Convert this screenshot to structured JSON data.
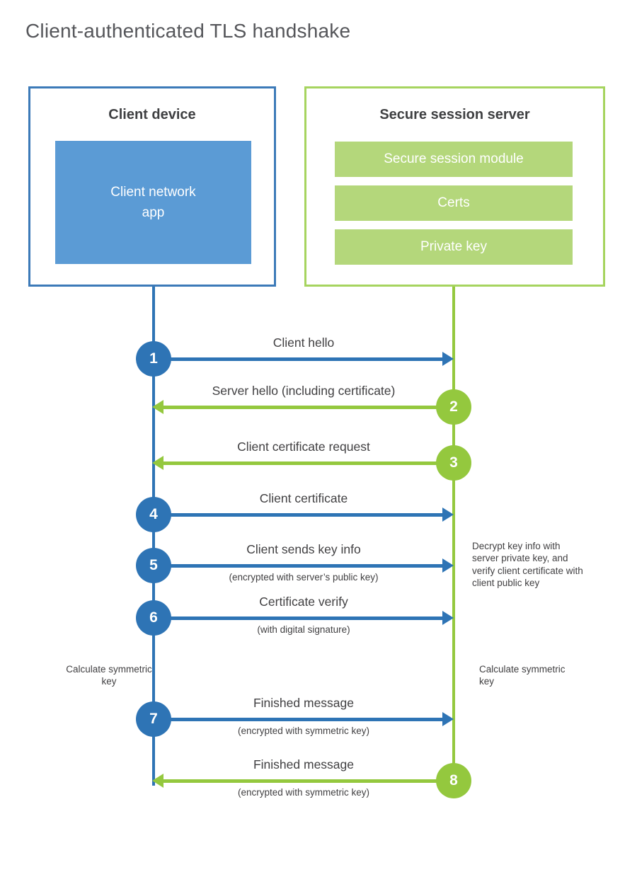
{
  "title": "Client-authenticated TLS handshake",
  "client_box": {
    "title": "Client device",
    "app_label": "Client network\napp"
  },
  "server_box": {
    "title": "Secure session server",
    "modules": [
      "Secure session module",
      "Certs",
      "Private key"
    ]
  },
  "messages": [
    {
      "num": "1",
      "from": "client",
      "label": "Client hello",
      "sublabel": ""
    },
    {
      "num": "2",
      "from": "server",
      "label": "Server hello (including certificate)",
      "sublabel": ""
    },
    {
      "num": "3",
      "from": "server",
      "label": "Client certificate request",
      "sublabel": ""
    },
    {
      "num": "4",
      "from": "client",
      "label": "Client certificate",
      "sublabel": ""
    },
    {
      "num": "5",
      "from": "client",
      "label": "Client sends key info",
      "sublabel": "(encrypted with server’s public key)"
    },
    {
      "num": "6",
      "from": "client",
      "label": "Certificate verify",
      "sublabel": "(with digital signature)"
    },
    {
      "num": "7",
      "from": "client",
      "label": "Finished message",
      "sublabel": "(encrypted with symmetric key)"
    },
    {
      "num": "8",
      "from": "server",
      "label": "Finished message",
      "sublabel": "(encrypted with symmetric key)"
    }
  ],
  "notes": {
    "decrypt_note": "Decrypt key info with server private key, and verify client certificate with client public key",
    "calc_left": "Calculate symmetric key",
    "calc_right": "Calculate symmetric key"
  },
  "colors": {
    "blue_strong": "#2e74b5",
    "blue_border": "#3c7ab8",
    "blue_fill": "#5b9bd5",
    "green_strong": "#94c83e",
    "green_border": "#a6d45f",
    "green_fill": "#b4d77b",
    "text_dark": "#414042",
    "title_gray": "#55565a"
  }
}
